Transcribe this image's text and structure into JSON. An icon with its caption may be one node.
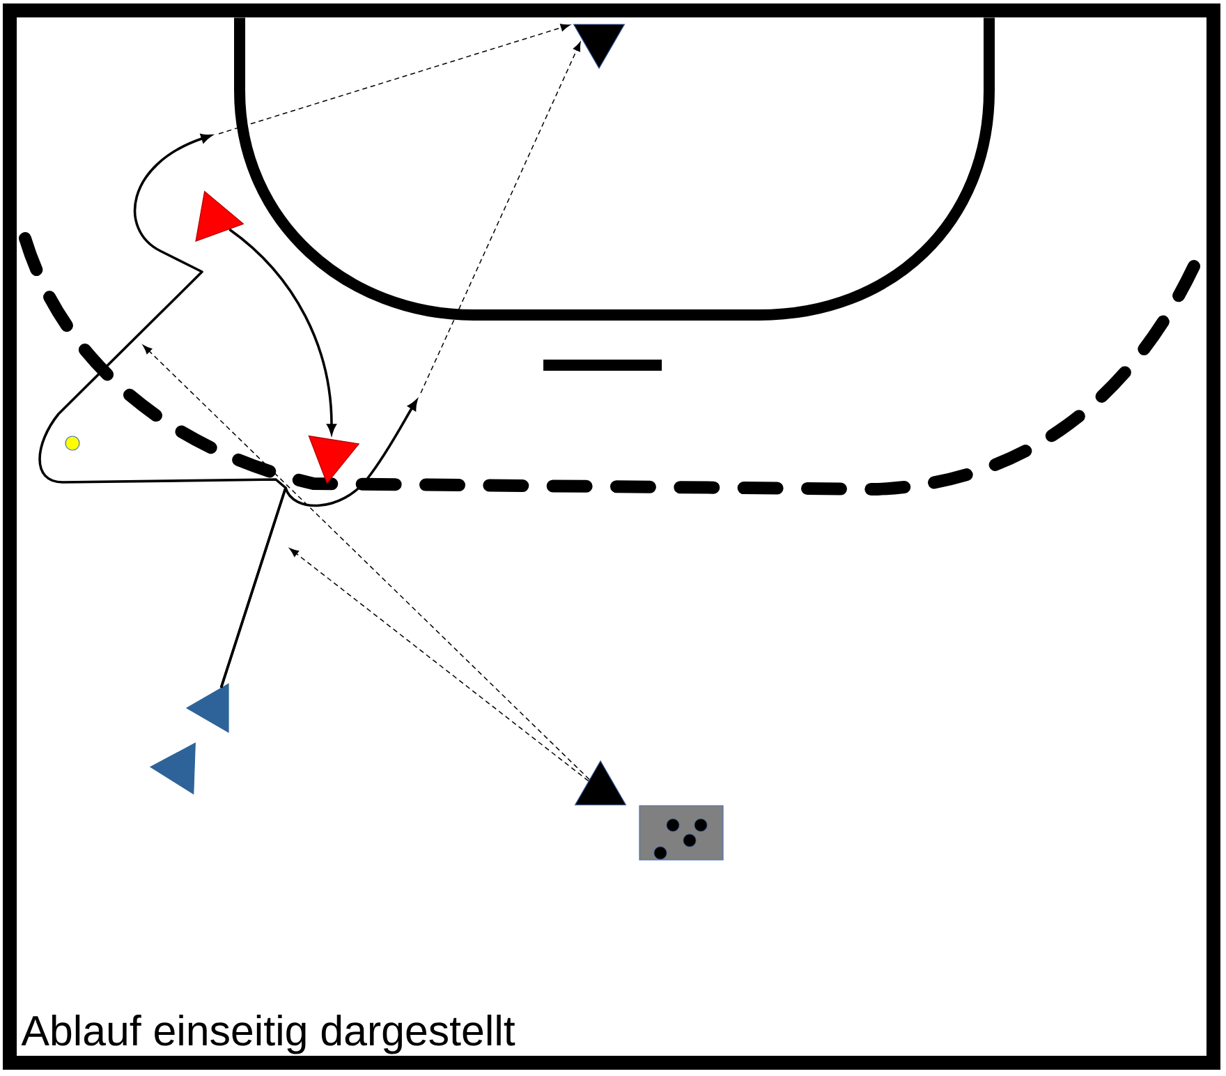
{
  "diagram": {
    "nodes": [
      {
        "text": [],
        "shape": "triangle"
      },
      {
        "text": [],
        "shape": "triangle"
      },
      {
        "text": [],
        "shape": "circle"
      },
      {
        "text": [],
        "shape": "triangle"
      },
      {
        "text": [],
        "shape": "triangle"
      },
      {
        "text": [],
        "shape": "triangle"
      },
      {
        "text": [],
        "shape": "triangle"
      },
      {
        "text": [],
        "shape": "box"
      }
    ],
    "edges": [
      {
        "from": 1,
        "to": 3,
        "arrow": "to"
      },
      {
        "from": 4,
        "to": null,
        "arrow": "to"
      },
      {
        "from": 4,
        "to": null,
        "arrow": "to"
      },
      {
        "from": null,
        "to": 0,
        "arrow": "to",
        "style": "dashed"
      },
      {
        "from": null,
        "to": 0,
        "arrow": "to",
        "style": "dashed"
      },
      {
        "from": 6,
        "to": null,
        "arrow": "to",
        "style": "dashed"
      },
      {
        "from": 6,
        "to": null,
        "arrow": "to",
        "style": "dashed"
      }
    ],
    "labels": [
      "Ablauf einseitig dargestellt"
    ]
  }
}
